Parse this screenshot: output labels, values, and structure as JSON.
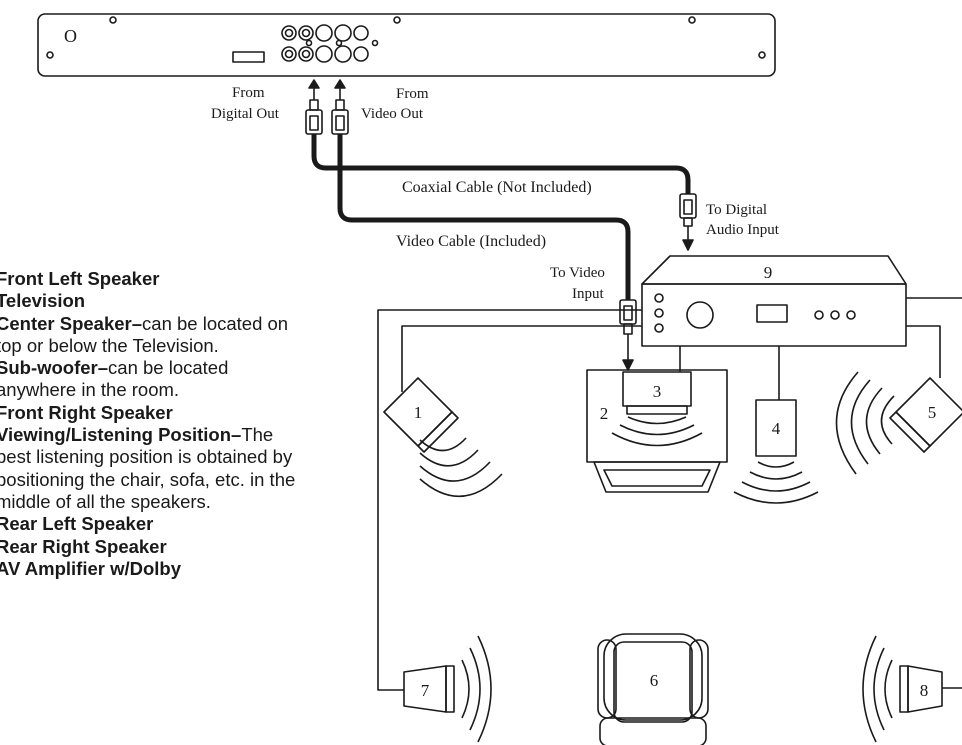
{
  "labels": {
    "from_digital_1": "From",
    "from_digital_2": "Digital Out",
    "from_video_1": "From",
    "from_video_2": "Video Out",
    "coax_cable": "Coaxial Cable (Not Included)",
    "video_cable": "Video Cable (Included)",
    "to_digital_1": "To Digital",
    "to_digital_2": "Audio Input",
    "to_video_1": "To Video",
    "to_video_2": "Input",
    "player_o": "O"
  },
  "numbers": {
    "n1": "1",
    "n2": "2",
    "n3": "3",
    "n4": "4",
    "n5": "5",
    "n6": "6",
    "n7": "7",
    "n8": "8",
    "n9": "9"
  },
  "legend": [
    {
      "bold": "Front Left Speaker",
      "text": ""
    },
    {
      "bold": "Television",
      "text": ""
    },
    {
      "bold": "Center Speaker–",
      "text": "can be located on top or below the Television."
    },
    {
      "bold": "Sub-woofer–",
      "text": "can be located anywhere in the room."
    },
    {
      "bold": "Front Right Speaker",
      "text": ""
    },
    {
      "bold": "Viewing/Listening Position–",
      "text": "The best listening position is obtained by positioning the chair, sofa, etc. in the middle of all the speakers."
    },
    {
      "bold": "Rear Left Speaker",
      "text": ""
    },
    {
      "bold": "Rear Right Speaker",
      "text": ""
    },
    {
      "bold": "AV Amplifier w/Dolby",
      "text": ""
    }
  ]
}
